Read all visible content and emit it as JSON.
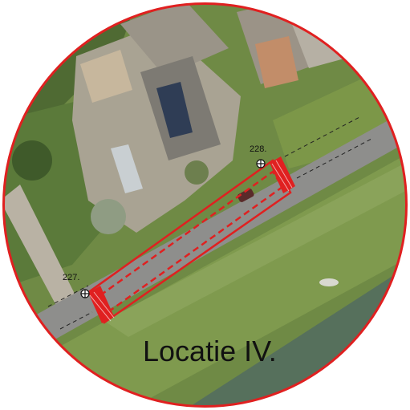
{
  "map": {
    "title": "Locatie IV.",
    "markers": [
      {
        "id": "227",
        "label": "227."
      },
      {
        "id": "228",
        "label": "228."
      }
    ]
  },
  "colors": {
    "boundary": "#e02020",
    "grass": "#6f8a45",
    "dike": "#7f9a4e",
    "road": "#8e8e8c",
    "water": "#56705c"
  },
  "icons": [
    "survey-marker-icon",
    "crosswalk-stripes"
  ]
}
